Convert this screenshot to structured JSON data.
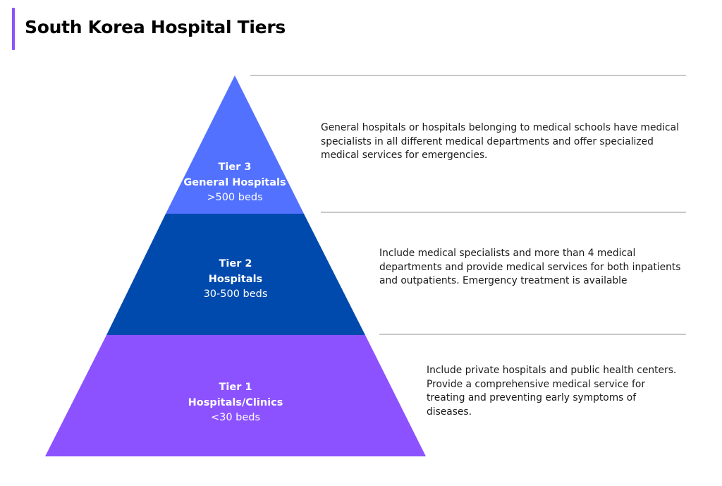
{
  "title": "South Korea Hospital Tiers",
  "colors": {
    "accent": "#8c52ff",
    "tier3": "#5271ff",
    "tier2": "#004aad",
    "tier1": "#8c52ff",
    "divider": "#b5b5b5"
  },
  "tiers": [
    {
      "tier": "Tier 3",
      "name": "General Hospitals",
      "beds": ">500 beds",
      "description": "General hospitals or hospitals belonging to medical schools have medical specialists in all different medical departments and offer specialized medical services for emergencies."
    },
    {
      "tier": "Tier 2",
      "name": "Hospitals",
      "beds": "30-500 beds",
      "description": "Include medical specialists and more than 4 medical departments and provide medical services for both inpatients and outpatients. Emergency treatment is available"
    },
    {
      "tier": "Tier 1",
      "name": "Hospitals/Clinics",
      "beds": "<30 beds",
      "description": "Include private hospitals and public health centers. Provide a comprehensive medical service for treating and preventing early symptoms of diseases."
    }
  ]
}
